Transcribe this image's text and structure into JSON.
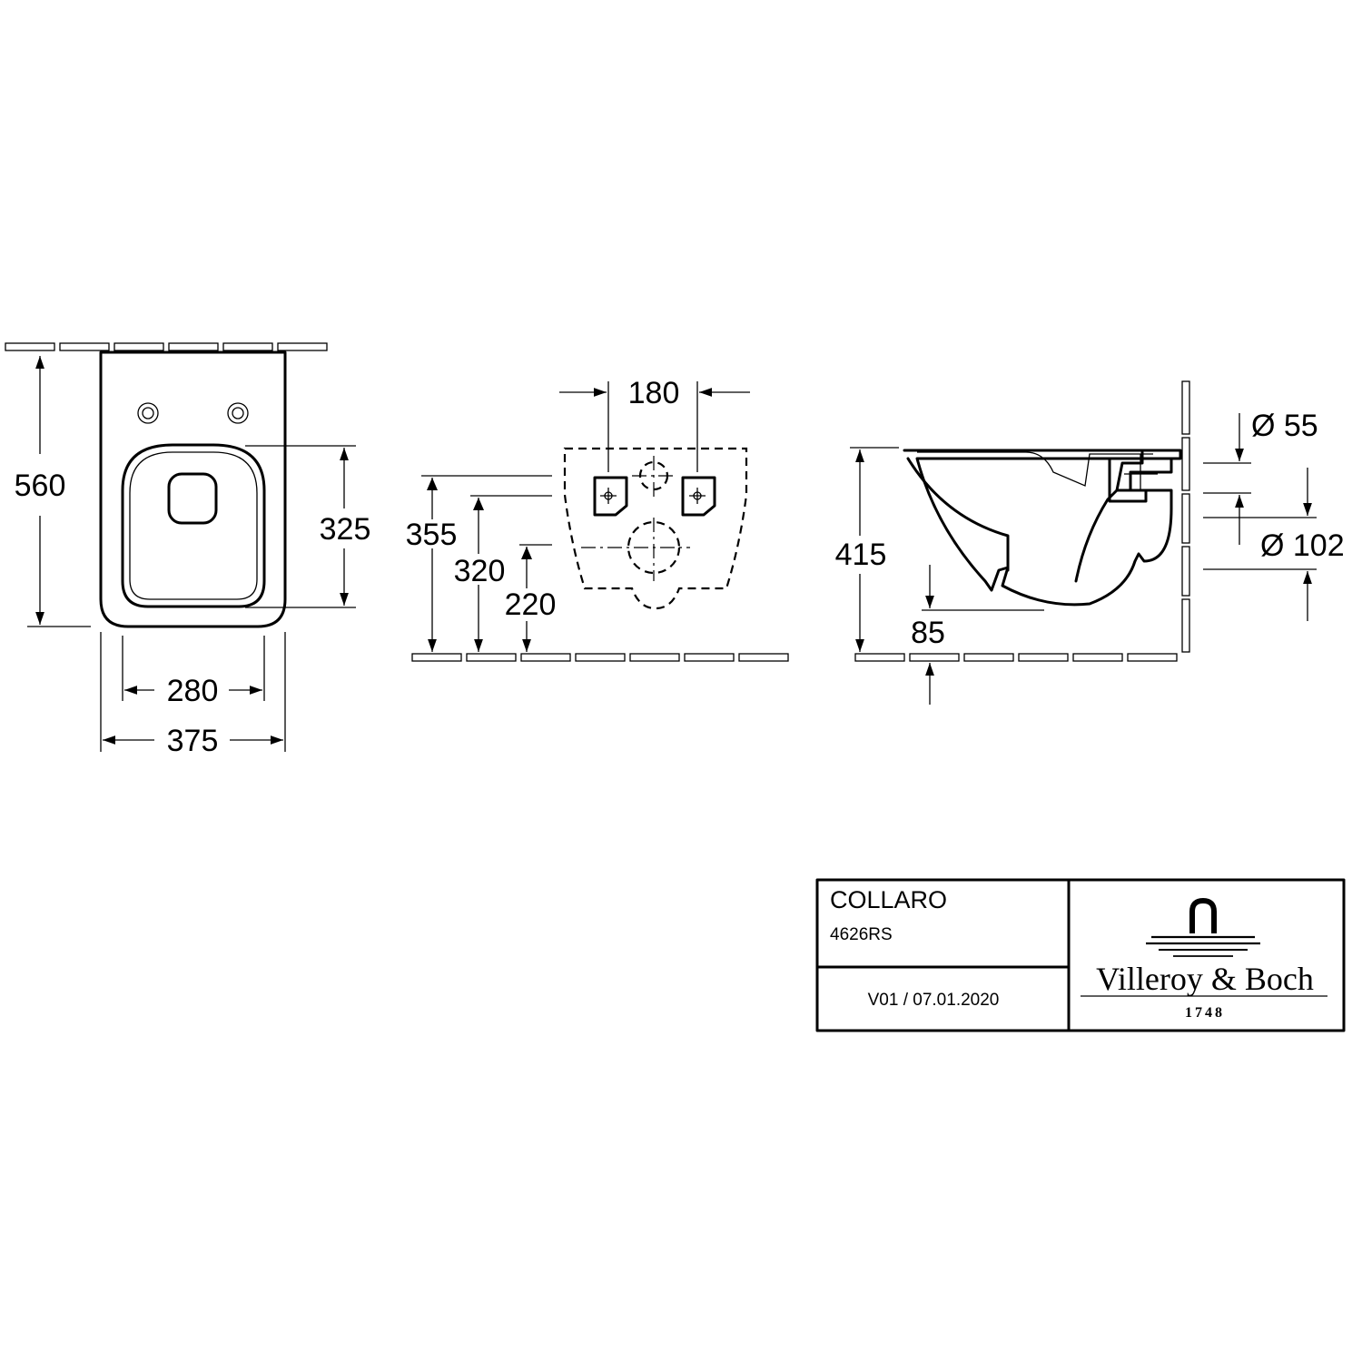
{
  "title_block": {
    "product_name": "COLLARO",
    "article_number": "4626RS",
    "revision": "V01 / 07.01.2020",
    "brand": "Villeroy & Boch",
    "brand_year": "1748"
  },
  "dimensions": {
    "top_view": {
      "overall_length": "560",
      "seat_length": "325",
      "inner_width": "280",
      "overall_width": "375"
    },
    "front_view": {
      "fixing_distance": "180",
      "height_upper": "355",
      "height_middle": "320",
      "height_lower": "220"
    },
    "side_view": {
      "rim_height": "415",
      "outlet_height": "85",
      "diameter_inlet": "Ø 55",
      "diameter_outlet": "Ø 102"
    }
  },
  "icons": {
    "logo": "villeroy-boch-fountain-logo"
  }
}
